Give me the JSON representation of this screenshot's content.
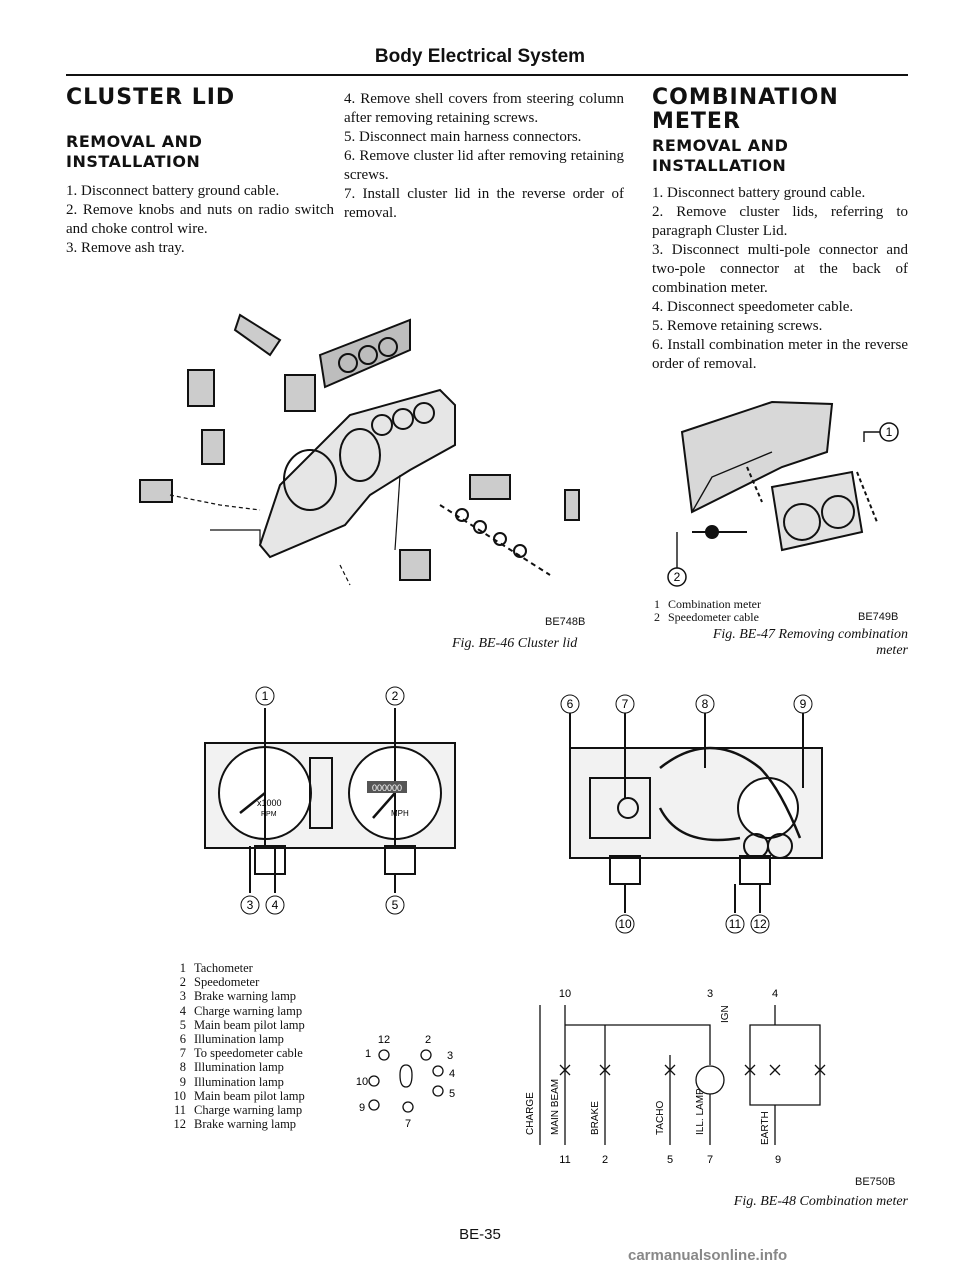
{
  "header": {
    "title": "Body Electrical System"
  },
  "cluster_lid": {
    "title": "CLUSTER LID",
    "subtitle": "REMOVAL AND INSTALLATION",
    "steps": [
      "1.  Disconnect battery ground cable.",
      "2.  Remove knobs and nuts on radio switch and choke control wire.",
      "3.  Remove ash tray.",
      "4.  Remove shell covers from steering column after removing retaining screws.",
      "5.  Disconnect main harness connectors.",
      "6.  Remove cluster lid after removing retaining screws.",
      "7.  Install cluster lid in the reverse order of removal."
    ]
  },
  "combination_meter": {
    "title_line1": "COMBINATION",
    "title_line2": "METER",
    "subtitle": "REMOVAL AND INSTALLATION",
    "steps": [
      "1.  Disconnect battery ground cable.",
      "2.  Remove cluster lids, referring to paragraph Cluster Lid.",
      "3.  Disconnect multi-pole connector and two-pole connector at the back of combination meter.",
      "4.  Disconnect speedometer cable.",
      "5.  Remove retaining screws.",
      "6.  Install combination meter in the reverse order of removal."
    ]
  },
  "fig46": {
    "code": "BE748B",
    "caption": "Fig. BE-46  Cluster lid"
  },
  "fig47": {
    "code": "BE749B",
    "caption_line1": "Fig. BE-47  Removing combination",
    "caption_line2": "meter",
    "legend": [
      {
        "n": "1",
        "label": "Combination meter"
      },
      {
        "n": "2",
        "label": "Speedometer cable"
      }
    ],
    "callouts": [
      "1",
      "2"
    ]
  },
  "fig48": {
    "code": "BE750B",
    "caption": "Fig. BE-48  Combination meter",
    "front_callouts": [
      "1",
      "2",
      "3",
      "4",
      "5"
    ],
    "rear_callouts": [
      "6",
      "7",
      "8",
      "9",
      "10",
      "11",
      "12"
    ],
    "gauge_text": {
      "tach_unit": "x1000",
      "tach_rpm": "RPM",
      "speed_unit": "MPH",
      "odometer": "000000"
    },
    "legend": [
      {
        "n": "1",
        "label": "Tachometer"
      },
      {
        "n": "2",
        "label": "Speedometer"
      },
      {
        "n": "3",
        "label": "Brake warning lamp"
      },
      {
        "n": "4",
        "label": "Charge warning lamp"
      },
      {
        "n": "5",
        "label": "Main beam pilot lamp"
      },
      {
        "n": "6",
        "label": "Illumination lamp"
      },
      {
        "n": "7",
        "label": "To speedometer cable"
      },
      {
        "n": "8",
        "label": "Illumination lamp"
      },
      {
        "n": "9",
        "label": "Illumination lamp"
      },
      {
        "n": "10",
        "label": "Main beam pilot lamp"
      },
      {
        "n": "11",
        "label": "Charge warning lamp"
      },
      {
        "n": "12",
        "label": "Brake warning lamp"
      }
    ],
    "connector_pins": [
      "1",
      "12",
      "2",
      "3",
      "4",
      "5",
      "7",
      "9",
      "10"
    ],
    "wiring_labels": [
      "CHARGE",
      "MAIN BEAM",
      "BRAKE",
      "TACHO",
      "ILL. LAMP",
      "IGN",
      "EARTH"
    ],
    "wiring_pins": [
      "10",
      "3",
      "4",
      "11",
      "2",
      "5",
      "7",
      "9"
    ]
  },
  "footer": {
    "page": "BE-35"
  },
  "watermark": {
    "text": "carmanualsonline.info"
  }
}
